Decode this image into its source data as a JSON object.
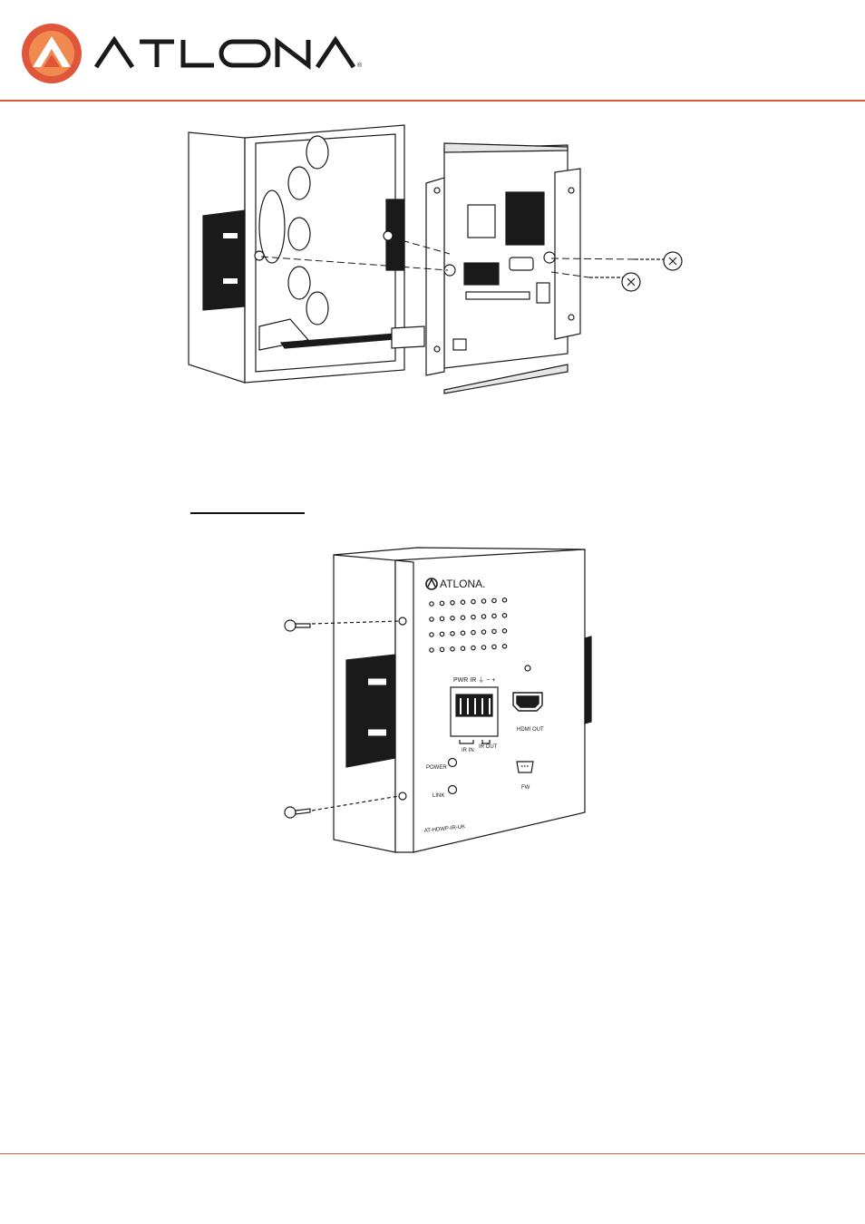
{
  "brand": {
    "name": "ATLONA",
    "accent_color": "#e0563b",
    "registered_mark": "®"
  },
  "figure_top": {
    "icons": [
      "wall-box-icon",
      "circuit-board-icon",
      "screw-icon"
    ]
  },
  "figure_bottom": {
    "logo_text": "ATLONA.",
    "terminal_label": "PWR IR ⏚ − +",
    "ir_in_label": "IR IN",
    "ir_out_label": "IR OUT",
    "hdmi_label": "HDMI OUT",
    "fw_label": "FW",
    "power_label": "POWER",
    "link_label": "LINK",
    "model_label": "AT-HDWP-IR-UK"
  }
}
